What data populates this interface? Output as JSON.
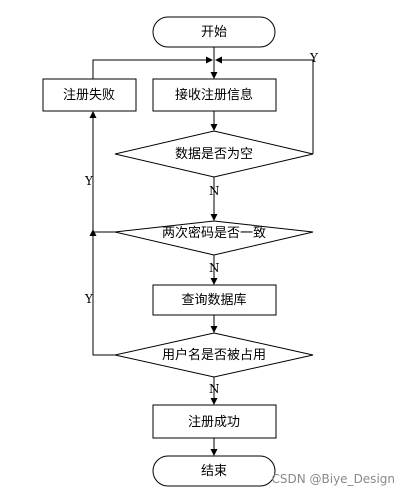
{
  "diagram": {
    "type": "flowchart",
    "nodes": {
      "start": {
        "shape": "terminator",
        "label": "开始"
      },
      "register_fail": {
        "shape": "process",
        "label": "注册失败"
      },
      "receive_info": {
        "shape": "process",
        "label": "接收注册信息"
      },
      "check_empty": {
        "shape": "decision",
        "label": "数据是否为空"
      },
      "check_password": {
        "shape": "decision",
        "label": "两次密码是否一致"
      },
      "query_db": {
        "shape": "process",
        "label": "查询数据库"
      },
      "check_username": {
        "shape": "decision",
        "label": "用户名是否被占用"
      },
      "register_success": {
        "shape": "process",
        "label": "注册成功"
      },
      "end": {
        "shape": "terminator",
        "label": "结束"
      }
    },
    "edges": [
      {
        "from": "start",
        "to": "receive_info",
        "label": ""
      },
      {
        "from": "register_fail",
        "to": "receive_info",
        "label": ""
      },
      {
        "from": "receive_info",
        "to": "check_empty",
        "label": ""
      },
      {
        "from": "check_empty",
        "to": "receive_info",
        "label": "Y"
      },
      {
        "from": "check_empty",
        "to": "check_password",
        "label": "N"
      },
      {
        "from": "check_password",
        "to": "register_fail",
        "label": "Y"
      },
      {
        "from": "check_password",
        "to": "query_db",
        "label": "N"
      },
      {
        "from": "query_db",
        "to": "check_username",
        "label": ""
      },
      {
        "from": "check_username",
        "to": "register_fail",
        "label": "Y"
      },
      {
        "from": "check_username",
        "to": "register_success",
        "label": "N"
      },
      {
        "from": "register_success",
        "to": "end",
        "label": ""
      }
    ]
  },
  "watermark": "CSDN @Biye_Design"
}
